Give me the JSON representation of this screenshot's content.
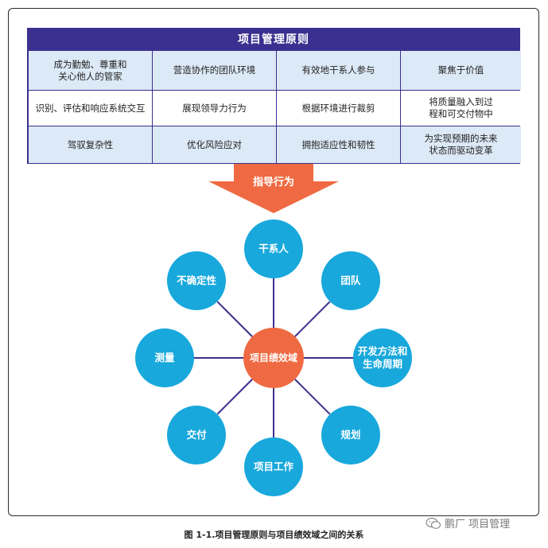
{
  "principles": {
    "title": "项目管理原则",
    "rows": [
      [
        "成为勤勉、尊重和\n关心他人的管家",
        "营造协作的团队环境",
        "有效地干系人参与",
        "聚焦于价值"
      ],
      [
        "识别、评估和响应系统交互",
        "展现领导力行为",
        "根据环境进行裁剪",
        "将质量融入到过\n程和可交付物中"
      ],
      [
        "驾驭复杂性",
        "优化风险应对",
        "拥抱适应性和韧性",
        "为实现预期的未来\n状态而驱动变革"
      ]
    ]
  },
  "arrow": {
    "label": "指导行为",
    "color": "#ef6a42"
  },
  "performance_domains": {
    "hub": "项目绩效域",
    "domains": [
      "干系人",
      "团队",
      "开发方法和\n生命周期",
      "规划",
      "项目工作",
      "交付",
      "测量",
      "不确定性"
    ]
  },
  "colors": {
    "header": "#3b2f8f",
    "cell_shade": "#dce9f6",
    "node": "#18a8dc",
    "hub": "#ef6a42",
    "spoke": "#3b2f8f"
  },
  "caption": "图 1-1.项目管理原则与项目绩效域之间的关系",
  "watermark": {
    "icon": "wechat-icon",
    "text": "鹏厂 项目管理"
  }
}
